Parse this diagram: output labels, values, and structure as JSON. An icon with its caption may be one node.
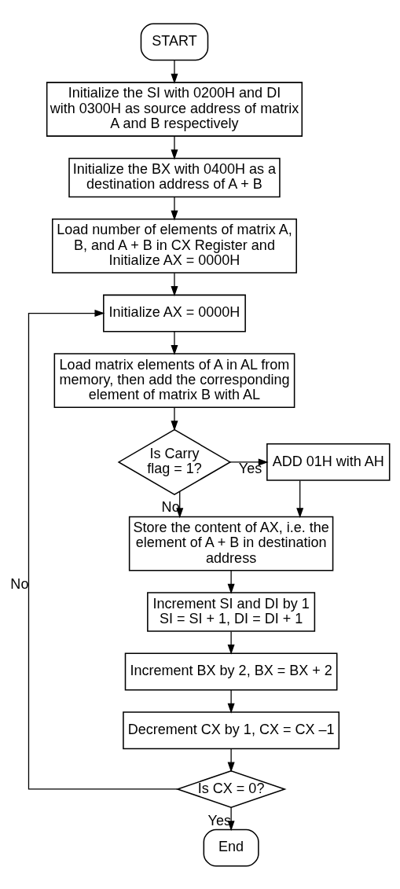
{
  "diagram": {
    "nodes": [
      {
        "text": [
          "START"
        ]
      },
      {
        "text": [
          "Initialize the SI with 0200H and DI with 0300H as source address of matrix A and B respectively"
        ]
      },
      {
        "text": [
          "Initialize the BX with 0400H as a destination address of A + B"
        ]
      },
      {
        "text": [
          "Load number of elements of matrix A, B, and A + B in CX Register and Initialize AX = 0000H"
        ]
      },
      {
        "text": [
          "Initialize AX = 0000H"
        ]
      },
      {
        "text": [
          "Load matrix elements of A in AL from memory, then add the corresponding element of matrix B with AL"
        ]
      },
      {
        "text": [
          "Is Carry flag = 1?"
        ]
      },
      {
        "text": [
          "ADD 01H with AH"
        ]
      },
      {
        "text": [
          "Store the content of AX, i.e. the element of A + B in destination address"
        ]
      },
      {
        "text": [
          "Increment SI and DI by 1",
          "SI = SI + 1, DI = DI + 1"
        ]
      },
      {
        "text": [
          "Increment BX by 2, BX = BX + 2"
        ]
      },
      {
        "text": [
          "Decrement CX by 1, CX = CX –1"
        ]
      },
      {
        "text": [
          "Is CX = 0?"
        ]
      },
      {
        "text": [
          "End"
        ]
      }
    ],
    "edges": [
      {
        "from": 0,
        "to": 1,
        "arrow": "to"
      },
      {
        "from": 1,
        "to": 2,
        "arrow": "to"
      },
      {
        "from": 2,
        "to": 3,
        "arrow": "to"
      },
      {
        "from": 3,
        "to": 4,
        "arrow": "to"
      },
      {
        "from": 4,
        "to": 5,
        "arrow": "to"
      },
      {
        "from": 5,
        "to": 6,
        "arrow": "to"
      },
      {
        "from": 6,
        "to": 7,
        "arrow": "to",
        "label": "Yes"
      },
      {
        "from": 6,
        "to": 8,
        "arrow": "to",
        "label": "No"
      },
      {
        "from": 7,
        "to": 8,
        "arrow": "to"
      },
      {
        "from": 8,
        "to": 9,
        "arrow": "to"
      },
      {
        "from": 9,
        "to": 10,
        "arrow": "to"
      },
      {
        "from": 10,
        "to": 11,
        "arrow": "to"
      },
      {
        "from": 11,
        "to": 12,
        "arrow": "to"
      },
      {
        "from": 12,
        "to": 4,
        "arrow": "to",
        "label": "No"
      },
      {
        "from": 12,
        "to": 13,
        "arrow": "to",
        "label": "Yes"
      }
    ]
  }
}
